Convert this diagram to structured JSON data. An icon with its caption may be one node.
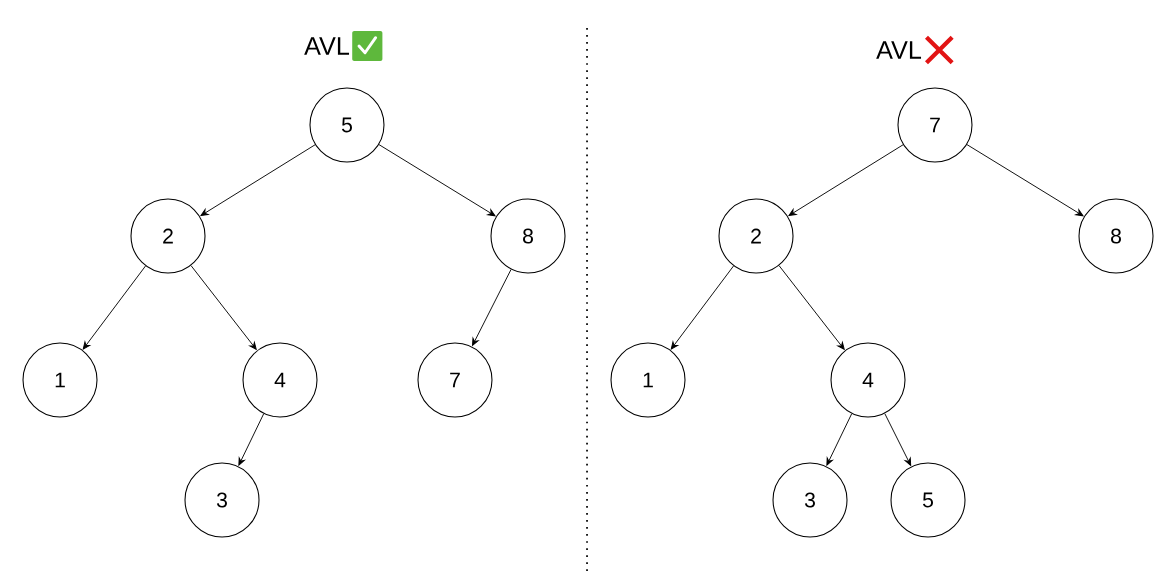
{
  "diagram": {
    "nodes": [
      {
        "text": [
          "5"
        ]
      },
      {
        "text": [
          "2"
        ]
      },
      {
        "text": [
          "8"
        ]
      },
      {
        "text": [
          "1"
        ]
      },
      {
        "text": [
          "4"
        ]
      },
      {
        "text": [
          "7"
        ]
      },
      {
        "text": [
          "3"
        ]
      },
      {
        "text": [
          "7"
        ]
      },
      {
        "text": [
          "2"
        ]
      },
      {
        "text": [
          "8"
        ]
      },
      {
        "text": [
          "1"
        ]
      },
      {
        "text": [
          "4"
        ]
      },
      {
        "text": [
          "3"
        ]
      },
      {
        "text": [
          "5"
        ]
      }
    ],
    "edges": [
      {
        "from": 0,
        "to": 1,
        "arrow": "to"
      },
      {
        "from": 0,
        "to": 2,
        "arrow": "to"
      },
      {
        "from": 1,
        "to": 3,
        "arrow": "to"
      },
      {
        "from": 1,
        "to": 4,
        "arrow": "to"
      },
      {
        "from": 2,
        "to": 5,
        "arrow": "to"
      },
      {
        "from": 4,
        "to": 6,
        "arrow": "to"
      },
      {
        "from": 7,
        "to": 8,
        "arrow": "to"
      },
      {
        "from": 7,
        "to": 9,
        "arrow": "to"
      },
      {
        "from": 8,
        "to": 10,
        "arrow": "to"
      },
      {
        "from": 8,
        "to": 11,
        "arrow": "to"
      },
      {
        "from": 11,
        "to": 12,
        "arrow": "to"
      },
      {
        "from": 11,
        "to": 13,
        "arrow": "to"
      }
    ],
    "labels": [
      "AVL",
      "AVL"
    ]
  }
}
